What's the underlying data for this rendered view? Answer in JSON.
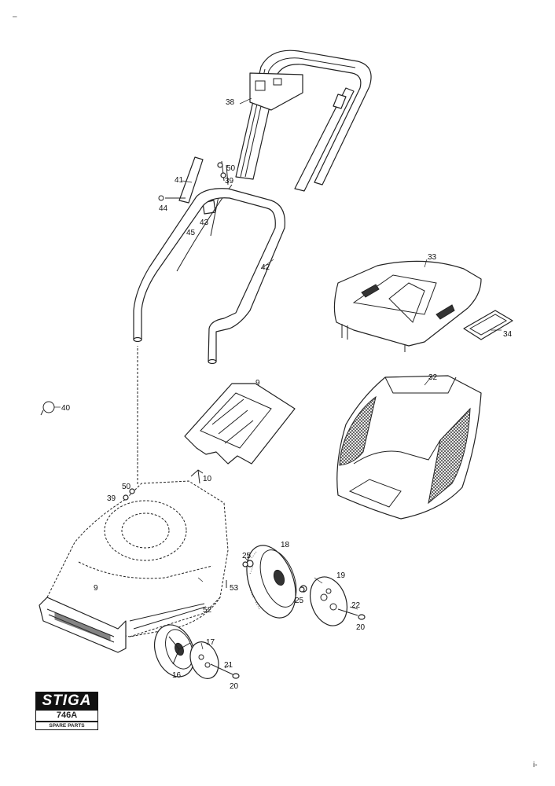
{
  "brand": {
    "name": "STIGA",
    "model": "746A",
    "subtitle": "SPARE PARTS"
  },
  "labels": [
    {
      "id": "38",
      "text": "38"
    },
    {
      "id": "50a",
      "text": "50"
    },
    {
      "id": "39a",
      "text": "39"
    },
    {
      "id": "41",
      "text": "41"
    },
    {
      "id": "44",
      "text": "44"
    },
    {
      "id": "43",
      "text": "43"
    },
    {
      "id": "45",
      "text": "45"
    },
    {
      "id": "42",
      "text": "42"
    },
    {
      "id": "33",
      "text": "33"
    },
    {
      "id": "34",
      "text": "34"
    },
    {
      "id": "9a",
      "text": "9"
    },
    {
      "id": "32",
      "text": "32"
    },
    {
      "id": "40",
      "text": "40"
    },
    {
      "id": "10",
      "text": "10"
    },
    {
      "id": "50b",
      "text": "50"
    },
    {
      "id": "39b",
      "text": "39"
    },
    {
      "id": "25a",
      "text": "25"
    },
    {
      "id": "18",
      "text": "18"
    },
    {
      "id": "19",
      "text": "19"
    },
    {
      "id": "9b",
      "text": "9"
    },
    {
      "id": "53",
      "text": "53"
    },
    {
      "id": "25b",
      "text": "25"
    },
    {
      "id": "22",
      "text": "22"
    },
    {
      "id": "52",
      "text": "52"
    },
    {
      "id": "20a",
      "text": "20"
    },
    {
      "id": "17",
      "text": "17"
    },
    {
      "id": "21",
      "text": "21"
    },
    {
      "id": "16",
      "text": "16"
    },
    {
      "id": "20b",
      "text": "20"
    }
  ],
  "margin_marks": {
    "top_left": "–",
    "bottom_right": "i-"
  }
}
